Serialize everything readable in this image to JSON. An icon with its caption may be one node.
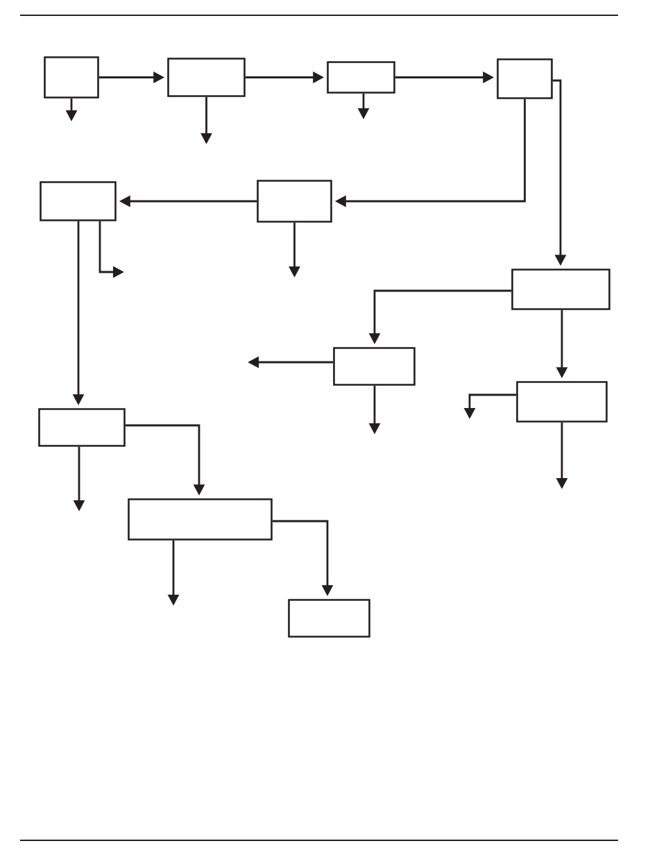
{
  "diagram": {
    "nodes": [
      {
        "text": [],
        "shape": "box"
      },
      {
        "text": [],
        "shape": "box"
      },
      {
        "text": [],
        "shape": "box"
      },
      {
        "text": [],
        "shape": "box"
      },
      {
        "text": [],
        "shape": "box"
      },
      {
        "text": [],
        "shape": "box"
      },
      {
        "text": [],
        "shape": "box"
      },
      {
        "text": [],
        "shape": "box"
      },
      {
        "text": [],
        "shape": "box"
      },
      {
        "text": [],
        "shape": "box"
      },
      {
        "text": [],
        "shape": "box"
      },
      {
        "text": [],
        "shape": "box"
      }
    ],
    "edges": [
      {
        "from": 0,
        "to": 1,
        "arrow": "to"
      },
      {
        "from": 0,
        "to": null,
        "arrow": "to"
      },
      {
        "from": 1,
        "to": 2,
        "arrow": "to"
      },
      {
        "from": 1,
        "to": null,
        "arrow": "to"
      },
      {
        "from": 2,
        "to": 3,
        "arrow": "to"
      },
      {
        "from": 2,
        "to": null,
        "arrow": "to"
      },
      {
        "from": 3,
        "to": 5,
        "arrow": "to"
      },
      {
        "from": 3,
        "to": 6,
        "arrow": "to"
      },
      {
        "from": 5,
        "to": 4,
        "arrow": "to"
      },
      {
        "from": 5,
        "to": null,
        "arrow": "to"
      },
      {
        "from": 4,
        "to": null,
        "arrow": "to"
      },
      {
        "from": 4,
        "to": 9,
        "arrow": "to"
      },
      {
        "from": 6,
        "to": 7,
        "arrow": "to"
      },
      {
        "from": 6,
        "to": 8,
        "arrow": "to"
      },
      {
        "from": 7,
        "to": null,
        "arrow": "to"
      },
      {
        "from": 7,
        "to": null,
        "arrow": "to"
      },
      {
        "from": 8,
        "to": null,
        "arrow": "to"
      },
      {
        "from": 8,
        "to": null,
        "arrow": "to"
      },
      {
        "from": 9,
        "to": 10,
        "arrow": "to"
      },
      {
        "from": 9,
        "to": null,
        "arrow": "to"
      },
      {
        "from": 10,
        "to": 11,
        "arrow": "to"
      },
      {
        "from": 10,
        "to": null,
        "arrow": "to"
      }
    ]
  }
}
